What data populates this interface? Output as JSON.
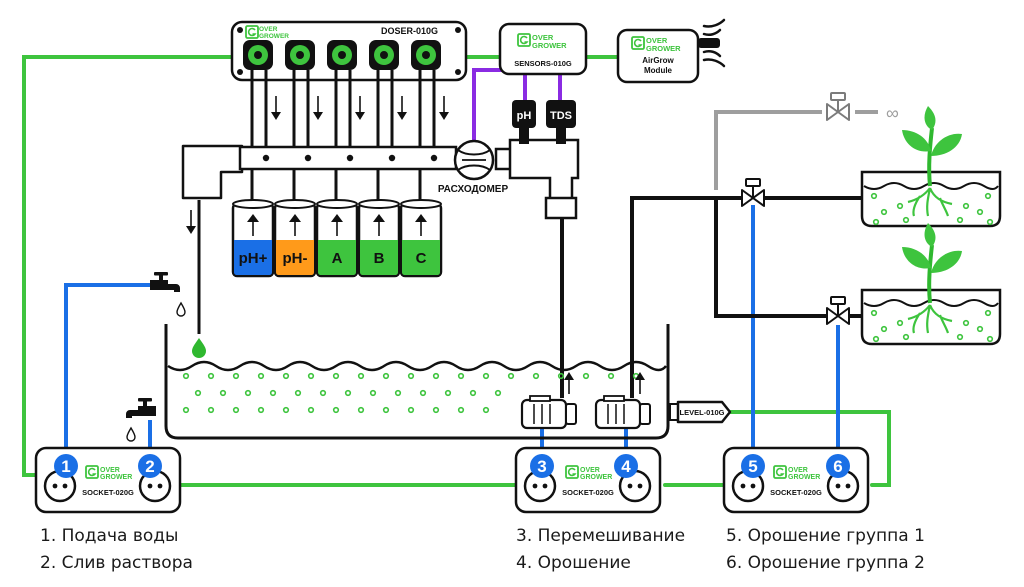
{
  "doser": {
    "title": "DOSER-010G"
  },
  "sensors": {
    "title": "SENSORS-010G",
    "probe_ph": "pH",
    "probe_tds": "TDS"
  },
  "airgrow": {
    "line1": "AirGrow",
    "line2": "Module"
  },
  "brand": {
    "line1": "OVER",
    "line2": "GROWER"
  },
  "flowmeter": {
    "label": "РАСХОДОМЕР"
  },
  "bottles": [
    "pH+",
    "pH-",
    "A",
    "B",
    "C"
  ],
  "level": {
    "label": "LEVEL-010G"
  },
  "socket": {
    "label": "SOCKET-020G"
  },
  "infinity": "∞",
  "markers": [
    "1",
    "2",
    "3",
    "4",
    "5",
    "6"
  ],
  "legend": [
    "1. Подача воды",
    "2. Слив раствора",
    "3. Перемешивание",
    "4. Орошение",
    "5. Орошение группа 1",
    "6. Орошение группа 2"
  ],
  "colors": {
    "green": "#3ec43e",
    "blue": "#1a6fe6",
    "purple": "#8a2be2",
    "gray": "#9e9e9e",
    "orange": "#ff9a1a",
    "dark": "#111111"
  },
  "icons": [
    "faucet-icon",
    "water-drop-icon",
    "plant-icon",
    "wifi-waves-icon",
    "power-outlet-icon",
    "valve-icon",
    "pump-icon"
  ]
}
